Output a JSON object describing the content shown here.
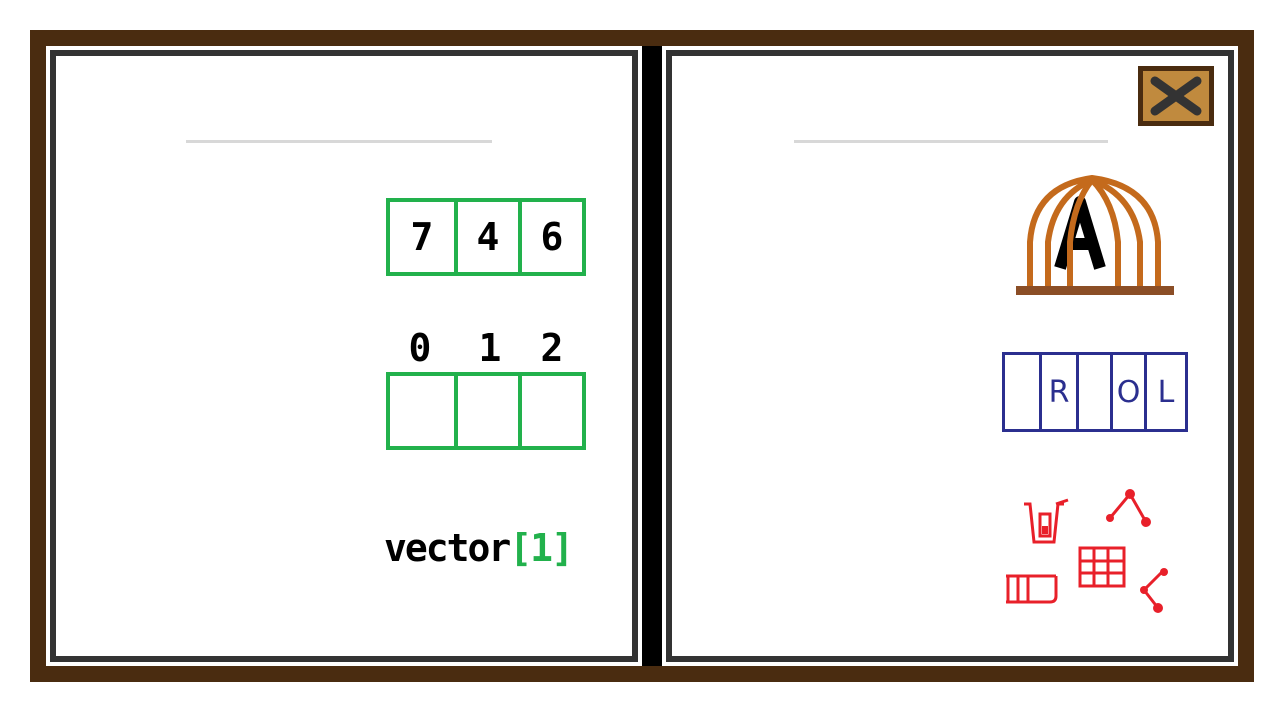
{
  "left_page": {
    "number_cells": [
      "7",
      "4",
      "6"
    ],
    "index_labels": [
      "0",
      "1",
      "2"
    ],
    "input_cells": [
      "",
      "",
      ""
    ],
    "code_word": "vector",
    "code_bracket_open": "[",
    "code_index": "1",
    "code_bracket_close": "]"
  },
  "right_page": {
    "close_icon": "close-x-icon",
    "cage_icon": "caged-letter-icon",
    "caged_letter": "A",
    "letter_cells": [
      "",
      "R",
      "",
      "O",
      "L"
    ],
    "tool_icons": [
      "beaker-icon",
      "branch-up-icon",
      "grid-icon",
      "rail-icon",
      "branch-down-icon"
    ]
  },
  "colors": {
    "frame": "#4a2c10",
    "page_border": "#333333",
    "green": "#22b14c",
    "blue": "#2b2f8f",
    "red": "#e8202a",
    "cage": "#c46a1c",
    "close_face": "#c08a3e"
  }
}
